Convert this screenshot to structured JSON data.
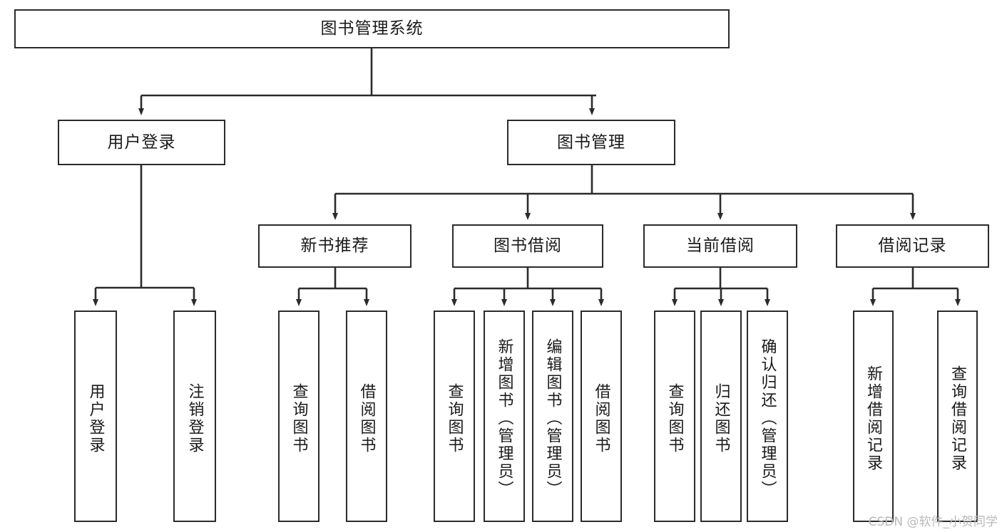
{
  "diagram": {
    "title": "图书管理系统",
    "type": "tree",
    "watermark": "CSDN @软件_小贺同学",
    "colors": {
      "stroke": "#2b2b2b",
      "fill": "#ffffff",
      "text": "#1a1a1a",
      "watermark": "#b9b9b9"
    },
    "nodes": {
      "root": "图书管理系统",
      "user_login": "用户登录",
      "book_manage": "图书管理",
      "new_book_rec": "新书推荐",
      "book_borrow": "图书借阅",
      "current_borrow": "当前借阅",
      "borrow_record": "借阅记录",
      "leaf_user_login": "用户登录",
      "leaf_logout": "注销登录",
      "leaf_query_book_1": "查询图书",
      "leaf_borrow_book_1": "借阅图书",
      "leaf_query_book_2": "查询图书",
      "leaf_add_book": "新增图书（管理员）",
      "leaf_edit_book": "编辑图书（管理员）",
      "leaf_borrow_book_2": "借阅图书",
      "leaf_query_book_3": "查询图书",
      "leaf_return_book": "归还图书",
      "leaf_confirm_return": "确认归还（管理员）",
      "leaf_add_record": "新增借阅记录",
      "leaf_query_record": "查询借阅记录"
    },
    "edges": [
      {
        "from": "root",
        "to": "user_login"
      },
      {
        "from": "root",
        "to": "book_manage"
      },
      {
        "from": "user_login",
        "to": "leaf_user_login"
      },
      {
        "from": "user_login",
        "to": "leaf_logout"
      },
      {
        "from": "book_manage",
        "to": "new_book_rec"
      },
      {
        "from": "book_manage",
        "to": "book_borrow"
      },
      {
        "from": "book_manage",
        "to": "current_borrow"
      },
      {
        "from": "book_manage",
        "to": "borrow_record"
      },
      {
        "from": "new_book_rec",
        "to": "leaf_query_book_1"
      },
      {
        "from": "new_book_rec",
        "to": "leaf_borrow_book_1"
      },
      {
        "from": "book_borrow",
        "to": "leaf_query_book_2"
      },
      {
        "from": "book_borrow",
        "to": "leaf_add_book"
      },
      {
        "from": "book_borrow",
        "to": "leaf_edit_book"
      },
      {
        "from": "book_borrow",
        "to": "leaf_borrow_book_2"
      },
      {
        "from": "current_borrow",
        "to": "leaf_query_book_3"
      },
      {
        "from": "current_borrow",
        "to": "leaf_return_book"
      },
      {
        "from": "current_borrow",
        "to": "leaf_confirm_return"
      },
      {
        "from": "borrow_record",
        "to": "leaf_add_record"
      },
      {
        "from": "borrow_record",
        "to": "leaf_query_record"
      }
    ]
  }
}
